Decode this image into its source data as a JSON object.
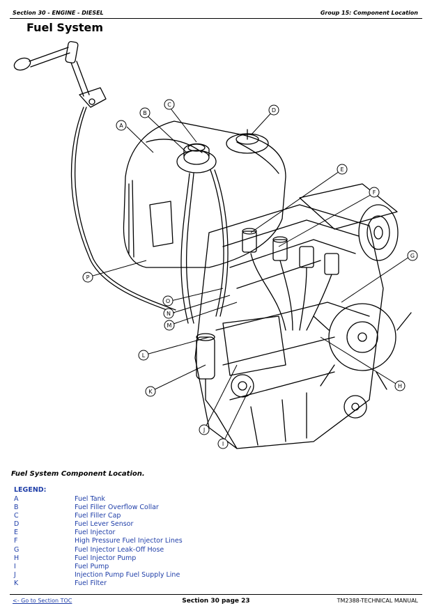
{
  "header": {
    "left": "Section 30 - ENGINE - DIESEL",
    "right": "Group 15: Component Location"
  },
  "page_title": "Fuel System",
  "figure": {
    "callouts": [
      "A",
      "B",
      "C",
      "D",
      "E",
      "F",
      "G",
      "H",
      "I",
      "J",
      "K",
      "L",
      "M",
      "N",
      "O",
      "P"
    ]
  },
  "caption": "Fuel System Component Location.",
  "legend": {
    "heading": "LEGEND:",
    "items": [
      {
        "code": "A",
        "desc": "Fuel Tank"
      },
      {
        "code": "B",
        "desc": "Fuel Filler Overflow Collar"
      },
      {
        "code": "C",
        "desc": "Fuel Filler Cap"
      },
      {
        "code": "D",
        "desc": "Fuel Lever Sensor"
      },
      {
        "code": "E",
        "desc": "Fuel Injector"
      },
      {
        "code": "F",
        "desc": "High Pressure Fuel Injector Lines"
      },
      {
        "code": "G",
        "desc": "Fuel Injector Leak-Off Hose"
      },
      {
        "code": "H",
        "desc": "Fuel Injector Pump"
      },
      {
        "code": "I",
        "desc": "Fuel Pump"
      },
      {
        "code": "J",
        "desc": "Injection Pump Fuel Supply Line"
      },
      {
        "code": "K",
        "desc": "Fuel Filter"
      }
    ]
  },
  "footer": {
    "toc_link": "<- Go to Section TOC",
    "page": "Section 30 page 23",
    "manual": "TM2388-TECHNICAL MANUAL"
  }
}
